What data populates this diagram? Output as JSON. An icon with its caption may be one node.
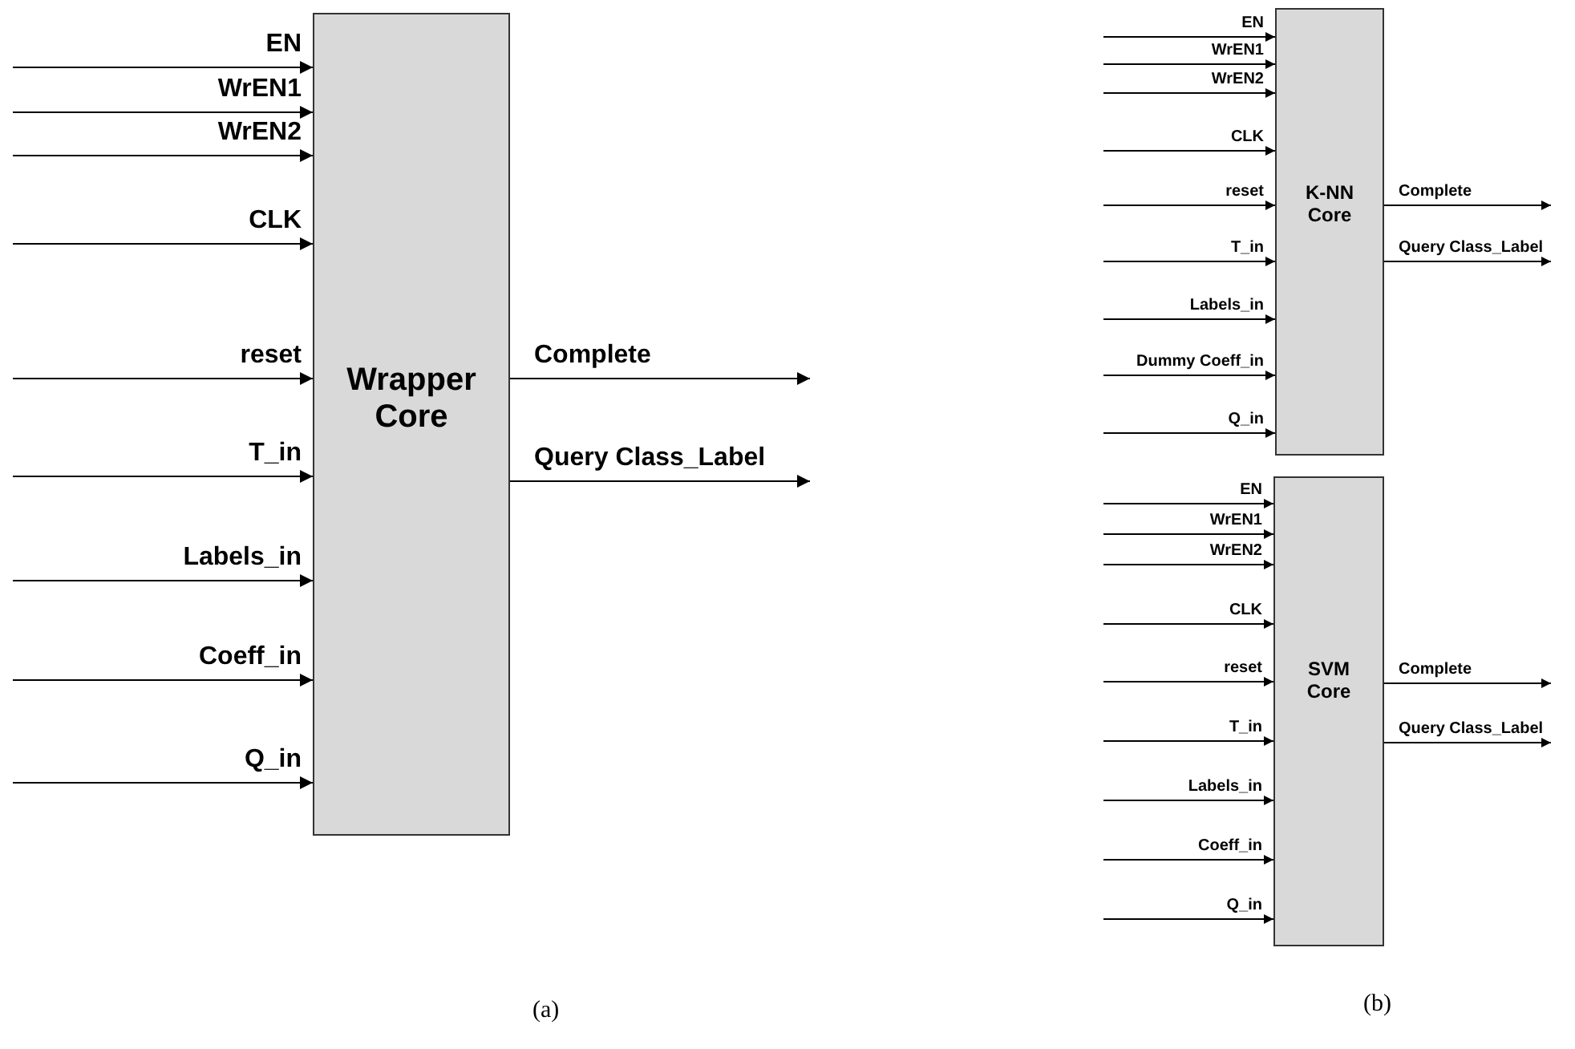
{
  "diagram": {
    "nodes": [
      {
        "text": [
          "Wrapper Core"
        ]
      },
      {
        "text": [
          "K-NN Core"
        ]
      },
      {
        "text": [
          "SVM Core"
        ]
      }
    ],
    "edges": [
      {
        "from": null,
        "to": 0,
        "arrow": "to",
        "label": "EN"
      },
      {
        "from": null,
        "to": 0,
        "arrow": "to",
        "label": "WrEN1"
      },
      {
        "from": null,
        "to": 0,
        "arrow": "to",
        "label": "WrEN2"
      },
      {
        "from": null,
        "to": 0,
        "arrow": "to",
        "label": "CLK"
      },
      {
        "from": null,
        "to": 0,
        "arrow": "to",
        "label": "reset"
      },
      {
        "from": null,
        "to": 0,
        "arrow": "to",
        "label": "T_in"
      },
      {
        "from": null,
        "to": 0,
        "arrow": "to",
        "label": "Labels_in"
      },
      {
        "from": null,
        "to": 0,
        "arrow": "to",
        "label": "Coeff_in"
      },
      {
        "from": null,
        "to": 0,
        "arrow": "to",
        "label": "Q_in"
      },
      {
        "from": 0,
        "to": null,
        "arrow": "to",
        "label": "Complete"
      },
      {
        "from": 0,
        "to": null,
        "arrow": "to",
        "label": "Query Class_Label"
      },
      {
        "from": null,
        "to": 1,
        "arrow": "to",
        "label": "EN"
      },
      {
        "from": null,
        "to": 1,
        "arrow": "to",
        "label": "WrEN1"
      },
      {
        "from": null,
        "to": 1,
        "arrow": "to",
        "label": "WrEN2"
      },
      {
        "from": null,
        "to": 1,
        "arrow": "to",
        "label": "CLK"
      },
      {
        "from": null,
        "to": 1,
        "arrow": "to",
        "label": "reset"
      },
      {
        "from": null,
        "to": 1,
        "arrow": "to",
        "label": "T_in"
      },
      {
        "from": null,
        "to": 1,
        "arrow": "to",
        "label": "Labels_in"
      },
      {
        "from": null,
        "to": 1,
        "arrow": "to",
        "label": "Dummy Coeff_in"
      },
      {
        "from": null,
        "to": 1,
        "arrow": "to",
        "label": "Q_in"
      },
      {
        "from": 1,
        "to": null,
        "arrow": "to",
        "label": "Complete"
      },
      {
        "from": 1,
        "to": null,
        "arrow": "to",
        "label": "Query Class_Label"
      },
      {
        "from": null,
        "to": 2,
        "arrow": "to",
        "label": "EN"
      },
      {
        "from": null,
        "to": 2,
        "arrow": "to",
        "label": "WrEN1"
      },
      {
        "from": null,
        "to": 2,
        "arrow": "to",
        "label": "WrEN2"
      },
      {
        "from": null,
        "to": 2,
        "arrow": "to",
        "label": "CLK"
      },
      {
        "from": null,
        "to": 2,
        "arrow": "to",
        "label": "reset"
      },
      {
        "from": null,
        "to": 2,
        "arrow": "to",
        "label": "T_in"
      },
      {
        "from": null,
        "to": 2,
        "arrow": "to",
        "label": "Labels_in"
      },
      {
        "from": null,
        "to": 2,
        "arrow": "to",
        "label": "Coeff_in"
      },
      {
        "from": null,
        "to": 2,
        "arrow": "to",
        "label": "Q_in"
      },
      {
        "from": 2,
        "to": null,
        "arrow": "to",
        "label": "Complete"
      },
      {
        "from": 2,
        "to": null,
        "arrow": "to",
        "label": "Query Class_Label"
      }
    ],
    "labels": [
      "(a)",
      "(b)"
    ]
  }
}
